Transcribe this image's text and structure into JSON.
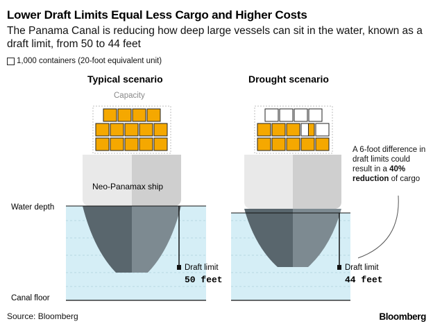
{
  "title": "Lower Draft Limits Equal Less Cargo and Higher Costs",
  "subtitle": "The Panama Canal is reducing how deep large vessels can sit in the water, known as a draft limit, from 50 to 44 feet",
  "legend": {
    "label": "1,000 containers (20-foot equivalent unit)"
  },
  "labels": {
    "water_depth": "Water depth",
    "canal_floor": "Canal floor",
    "capacity": "Capacity",
    "ship_type": "Neo-Panamax ship"
  },
  "scenarios": [
    {
      "heading": "Typical scenario",
      "draft_label": "Draft limit",
      "draft_value": "50 feet",
      "filled_containers": 14,
      "total_containers": 14
    },
    {
      "heading": "Drought scenario",
      "draft_label": "Draft limit",
      "draft_value": "44 feet",
      "filled_containers": 8.5,
      "total_containers": 14
    }
  ],
  "annotation": {
    "pre": "A 6-foot difference in draft limits could result in a ",
    "bold": "40% reduction",
    "post": " of cargo"
  },
  "source": "Source: Bloomberg",
  "brand": "Bloomberg",
  "colors": {
    "container_fill": "#f5a800",
    "water": "#d5eef6",
    "hull_dark": "#59666d",
    "hull_light": "#7d8a91",
    "superstructure_light": "#e9e9e9",
    "superstructure_dark": "#cfcfcf"
  }
}
